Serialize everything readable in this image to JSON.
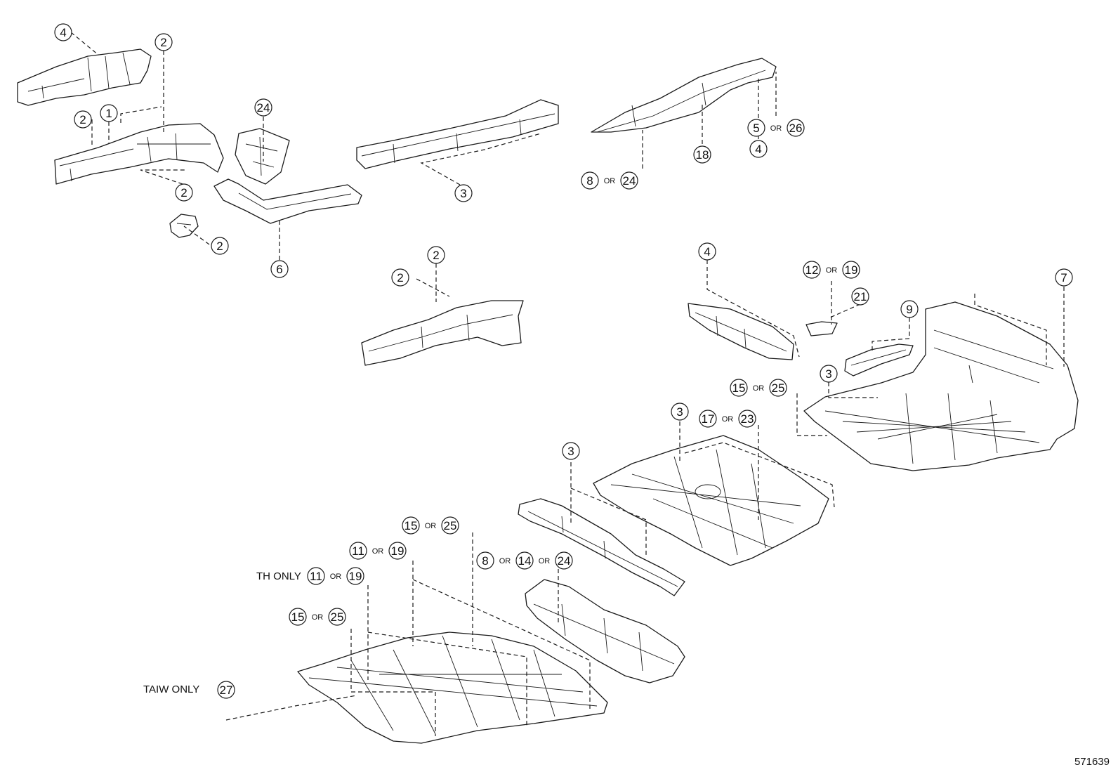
{
  "figure_id": "571639",
  "or_word": "OR",
  "callouts": [
    {
      "id": "c-4a",
      "number": "4"
    },
    {
      "id": "c-2a",
      "number": "2"
    },
    {
      "id": "c-2b",
      "number": "2"
    },
    {
      "id": "c-1",
      "number": "1"
    },
    {
      "id": "c-24a",
      "number": "24"
    },
    {
      "id": "c-2c",
      "number": "2"
    },
    {
      "id": "c-2d",
      "number": "2"
    },
    {
      "id": "c-6",
      "number": "6"
    },
    {
      "id": "c-3a",
      "number": "3"
    },
    {
      "id": "c-2e",
      "number": "2"
    },
    {
      "id": "c-2f",
      "number": "2"
    },
    {
      "id": "c-18",
      "number": "18"
    },
    {
      "id": "c-4b",
      "number": "4"
    },
    {
      "id": "c-4c",
      "number": "4"
    },
    {
      "id": "c-21",
      "number": "21"
    },
    {
      "id": "c-9",
      "number": "9"
    },
    {
      "id": "c-7",
      "number": "7"
    },
    {
      "id": "c-3b",
      "number": "3"
    },
    {
      "id": "c-3c",
      "number": "3"
    },
    {
      "id": "c-3d",
      "number": "3"
    },
    {
      "id": "c-27",
      "number": "27"
    }
  ],
  "alt_callouts": [
    {
      "id": "a-5-26",
      "first": "5",
      "second": "26"
    },
    {
      "id": "a-8-24",
      "first": "8",
      "second": "24"
    },
    {
      "id": "a-12-19",
      "first": "12",
      "second": "19"
    },
    {
      "id": "a-15-25a",
      "first": "15",
      "second": "25"
    },
    {
      "id": "a-17-23",
      "first": "17",
      "second": "23"
    },
    {
      "id": "a-15-25b",
      "first": "15",
      "second": "25"
    },
    {
      "id": "a-11-19a",
      "first": "11",
      "second": "19"
    },
    {
      "id": "a-11-19b",
      "first": "11",
      "second": "19"
    },
    {
      "id": "a-15-25c",
      "first": "15",
      "second": "25"
    }
  ],
  "triple_callouts": [
    {
      "id": "t-8-14-24",
      "first": "8",
      "second": "14",
      "third": "24"
    }
  ],
  "notes": {
    "th_only": "TH ONLY",
    "taiw_only": "TAIW ONLY"
  }
}
